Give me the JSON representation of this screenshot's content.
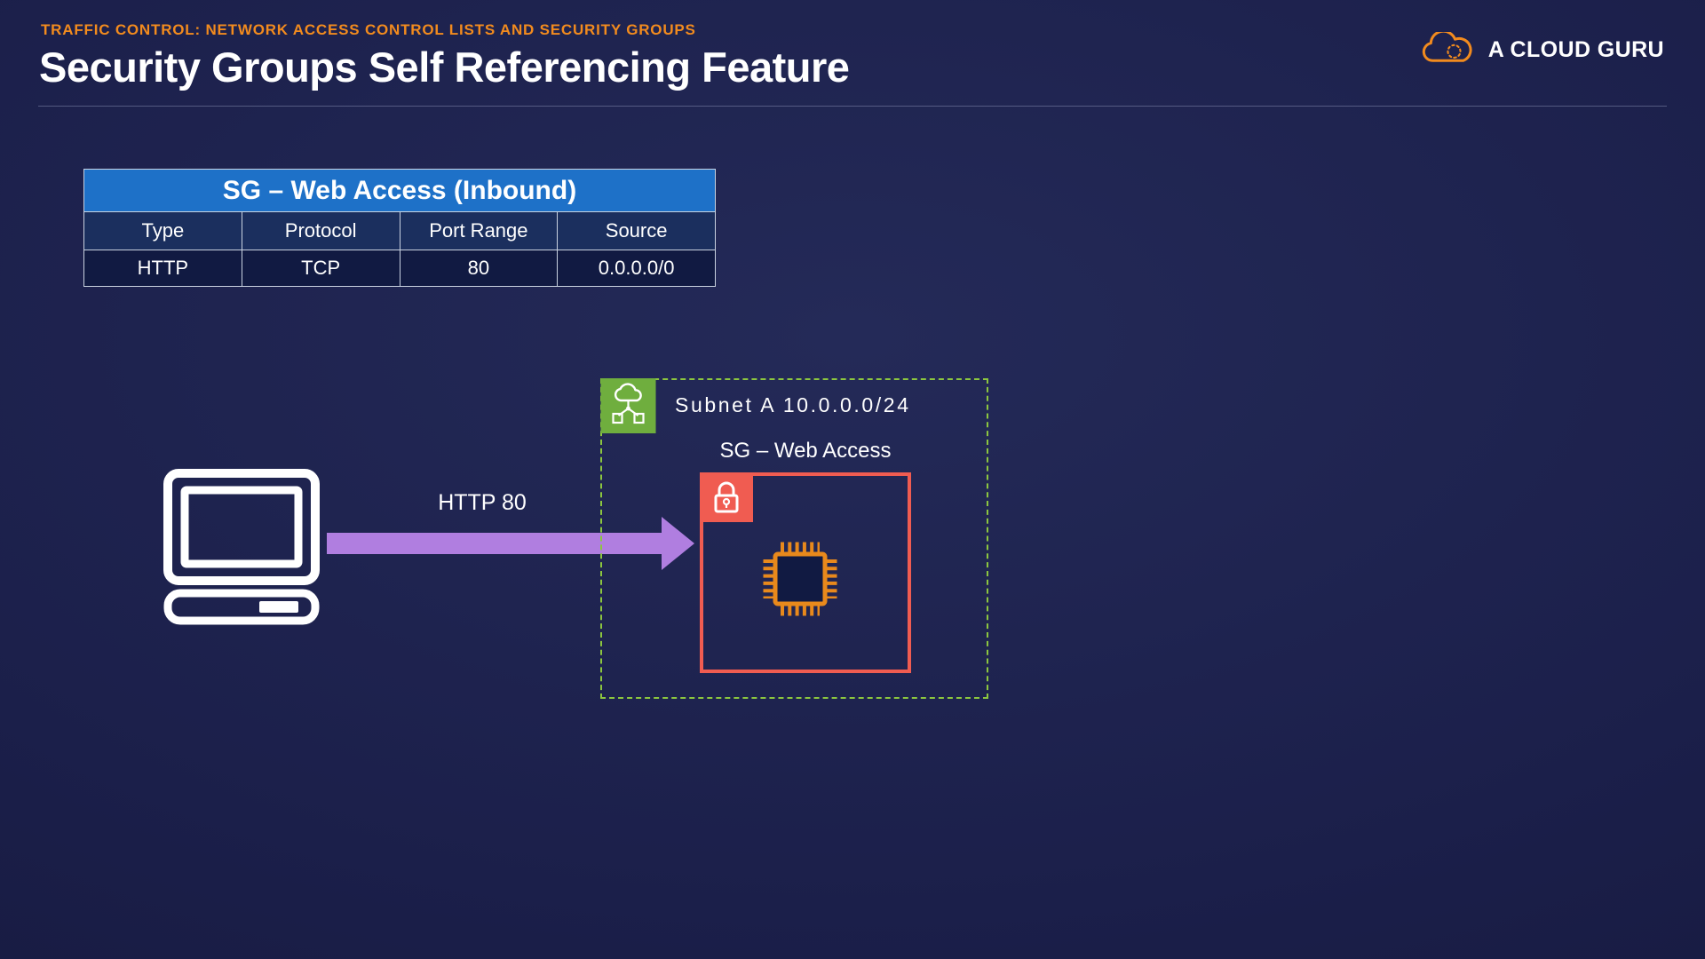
{
  "header": {
    "eyebrow": "TRAFFIC CONTROL: NETWORK ACCESS CONTROL LISTS AND SECURITY GROUPS",
    "title": "Security Groups Self Referencing Feature",
    "brand": "A CLOUD GURU"
  },
  "table": {
    "title": "SG – Web Access (Inbound)",
    "columns": [
      "Type",
      "Protocol",
      "Port Range",
      "Source"
    ],
    "rows": [
      [
        "HTTP",
        "TCP",
        "80",
        "0.0.0.0/0"
      ]
    ]
  },
  "diagram": {
    "arrow_label": "HTTP 80",
    "subnet_label": "Subnet A 10.0.0.0/24",
    "sg_label": "SG – Web Access"
  },
  "icons": {
    "brand": "cloud-icon",
    "client": "desktop-computer-icon",
    "subnet": "subnet-network-icon",
    "security_group": "lock-icon",
    "instance": "cpu-chip-icon"
  },
  "colors": {
    "accent_orange": "#F28B1E",
    "table_header_blue": "#1E71C8",
    "table_subheader_bg": "#1B2F5E",
    "table_row_bg": "#111A42",
    "subnet_green": "#8CC63F",
    "subnet_icon_bg": "#6FAE3E",
    "sg_red": "#F05C51",
    "arrow_purple": "#B07EE0",
    "chip_orange": "#E8891C"
  }
}
